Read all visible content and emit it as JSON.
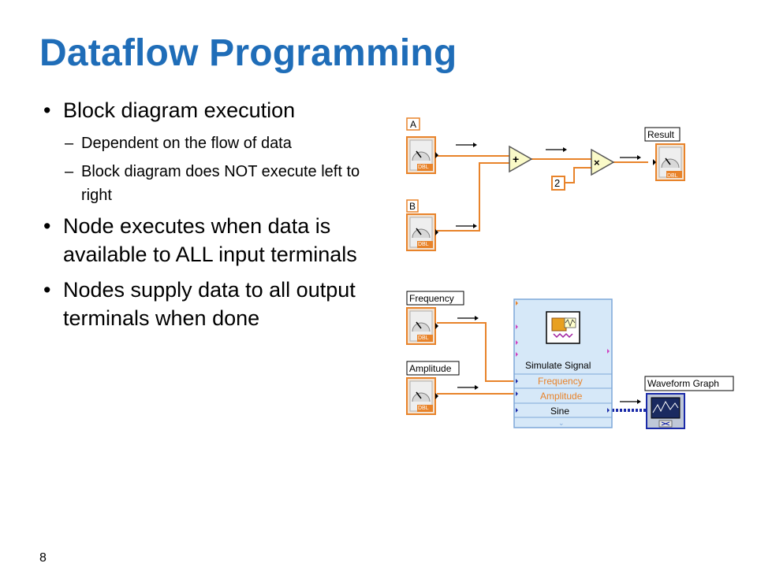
{
  "slide": {
    "title": "Dataflow Programming",
    "page_number": "8",
    "bullets": [
      {
        "text": "Block diagram execution",
        "sub": [
          "Dependent on the flow of data",
          "Block diagram does NOT execute left to right"
        ]
      },
      {
        "text": "Node executes when data is available to ALL input terminals"
      },
      {
        "text": "Nodes supply data to all output terminals when done"
      }
    ]
  },
  "diagram1": {
    "input_a_label": "A",
    "input_b_label": "B",
    "constant_value": "2",
    "result_label": "Result",
    "dbl_label": "DBL",
    "add_symbol": "+",
    "multiply_symbol": "×"
  },
  "diagram2": {
    "frequency_label": "Frequency",
    "amplitude_label": "Amplitude",
    "vi_title": "Simulate Signal",
    "vi_inputs": [
      "Frequency",
      "Amplitude",
      "Sine"
    ],
    "graph_label": "Waveform Graph",
    "dbl_label": "DBL"
  },
  "colors": {
    "title": "#1f6db8",
    "wire_orange": "#e8832a",
    "wire_blue": "#1a2aa8",
    "terminal_border": "#e8832a",
    "vi_background": "#d6e8f8",
    "node_yellow": "#fafac8"
  }
}
